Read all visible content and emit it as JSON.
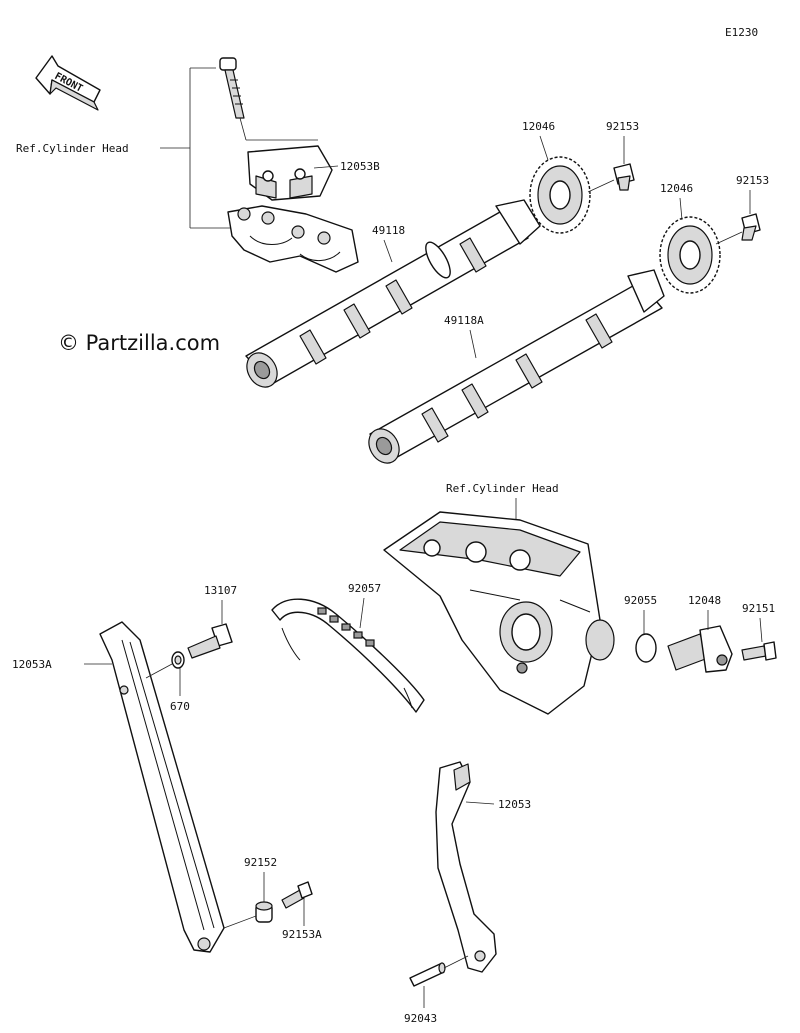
{
  "diagram_code": "E1230",
  "front_label": "FRONT",
  "watermark": "© Partzilla.com",
  "refs": {
    "cylinder_head_top": "Ref.Cylinder Head",
    "cylinder_head_mid": "Ref.Cylinder Head"
  },
  "parts": {
    "holder_upper": "12053B",
    "sprocket_1": "12046",
    "bolt_1": "92153",
    "sprocket_2": "12046",
    "bolt_2": "92153",
    "camshaft_1": "49118",
    "camshaft_2": "49118A",
    "bolt_tensioner_guide": "13107",
    "chain": "92057",
    "oring": "92055",
    "tensioner": "12048",
    "bolt_tensioner": "92151",
    "guide_long": "12053A",
    "washer": "670",
    "guide_short": "12053",
    "collar": "92152",
    "bolt_lower": "92153A",
    "pin": "92043"
  }
}
